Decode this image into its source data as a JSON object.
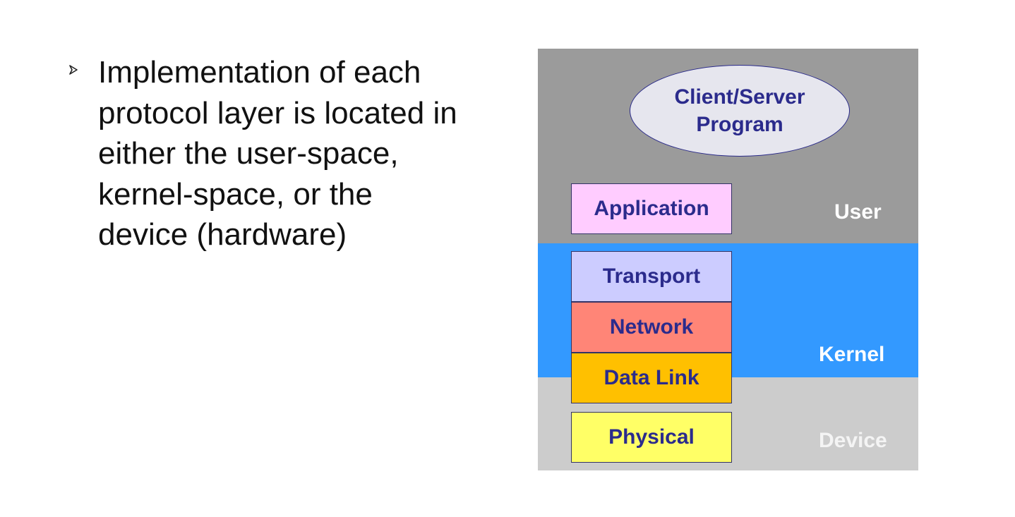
{
  "bullet": {
    "text": "Implementation of each\nprotocol layer is located in\neither the user-space,\nkernel-space, or the\ndevice (hardware)",
    "marker_icon": "arrowhead-bullet-icon"
  },
  "diagram": {
    "colors": {
      "user_band": "#9b9b9b",
      "kernel_band": "#3399ff",
      "device_band": "#cccccc",
      "oval_fill": "#e6e6ee",
      "application": "#ffccff",
      "transport": "#ccccff",
      "network": "#ff8577",
      "data_link": "#ffc000",
      "physical": "#ffff66"
    },
    "oval_label": "Client/Server\nProgram",
    "regions": {
      "user": "User",
      "kernel": "Kernel",
      "device": "Device"
    },
    "layers": {
      "application": "Application",
      "transport": "Transport",
      "network": "Network",
      "data_link": "Data Link",
      "physical": "Physical"
    }
  }
}
